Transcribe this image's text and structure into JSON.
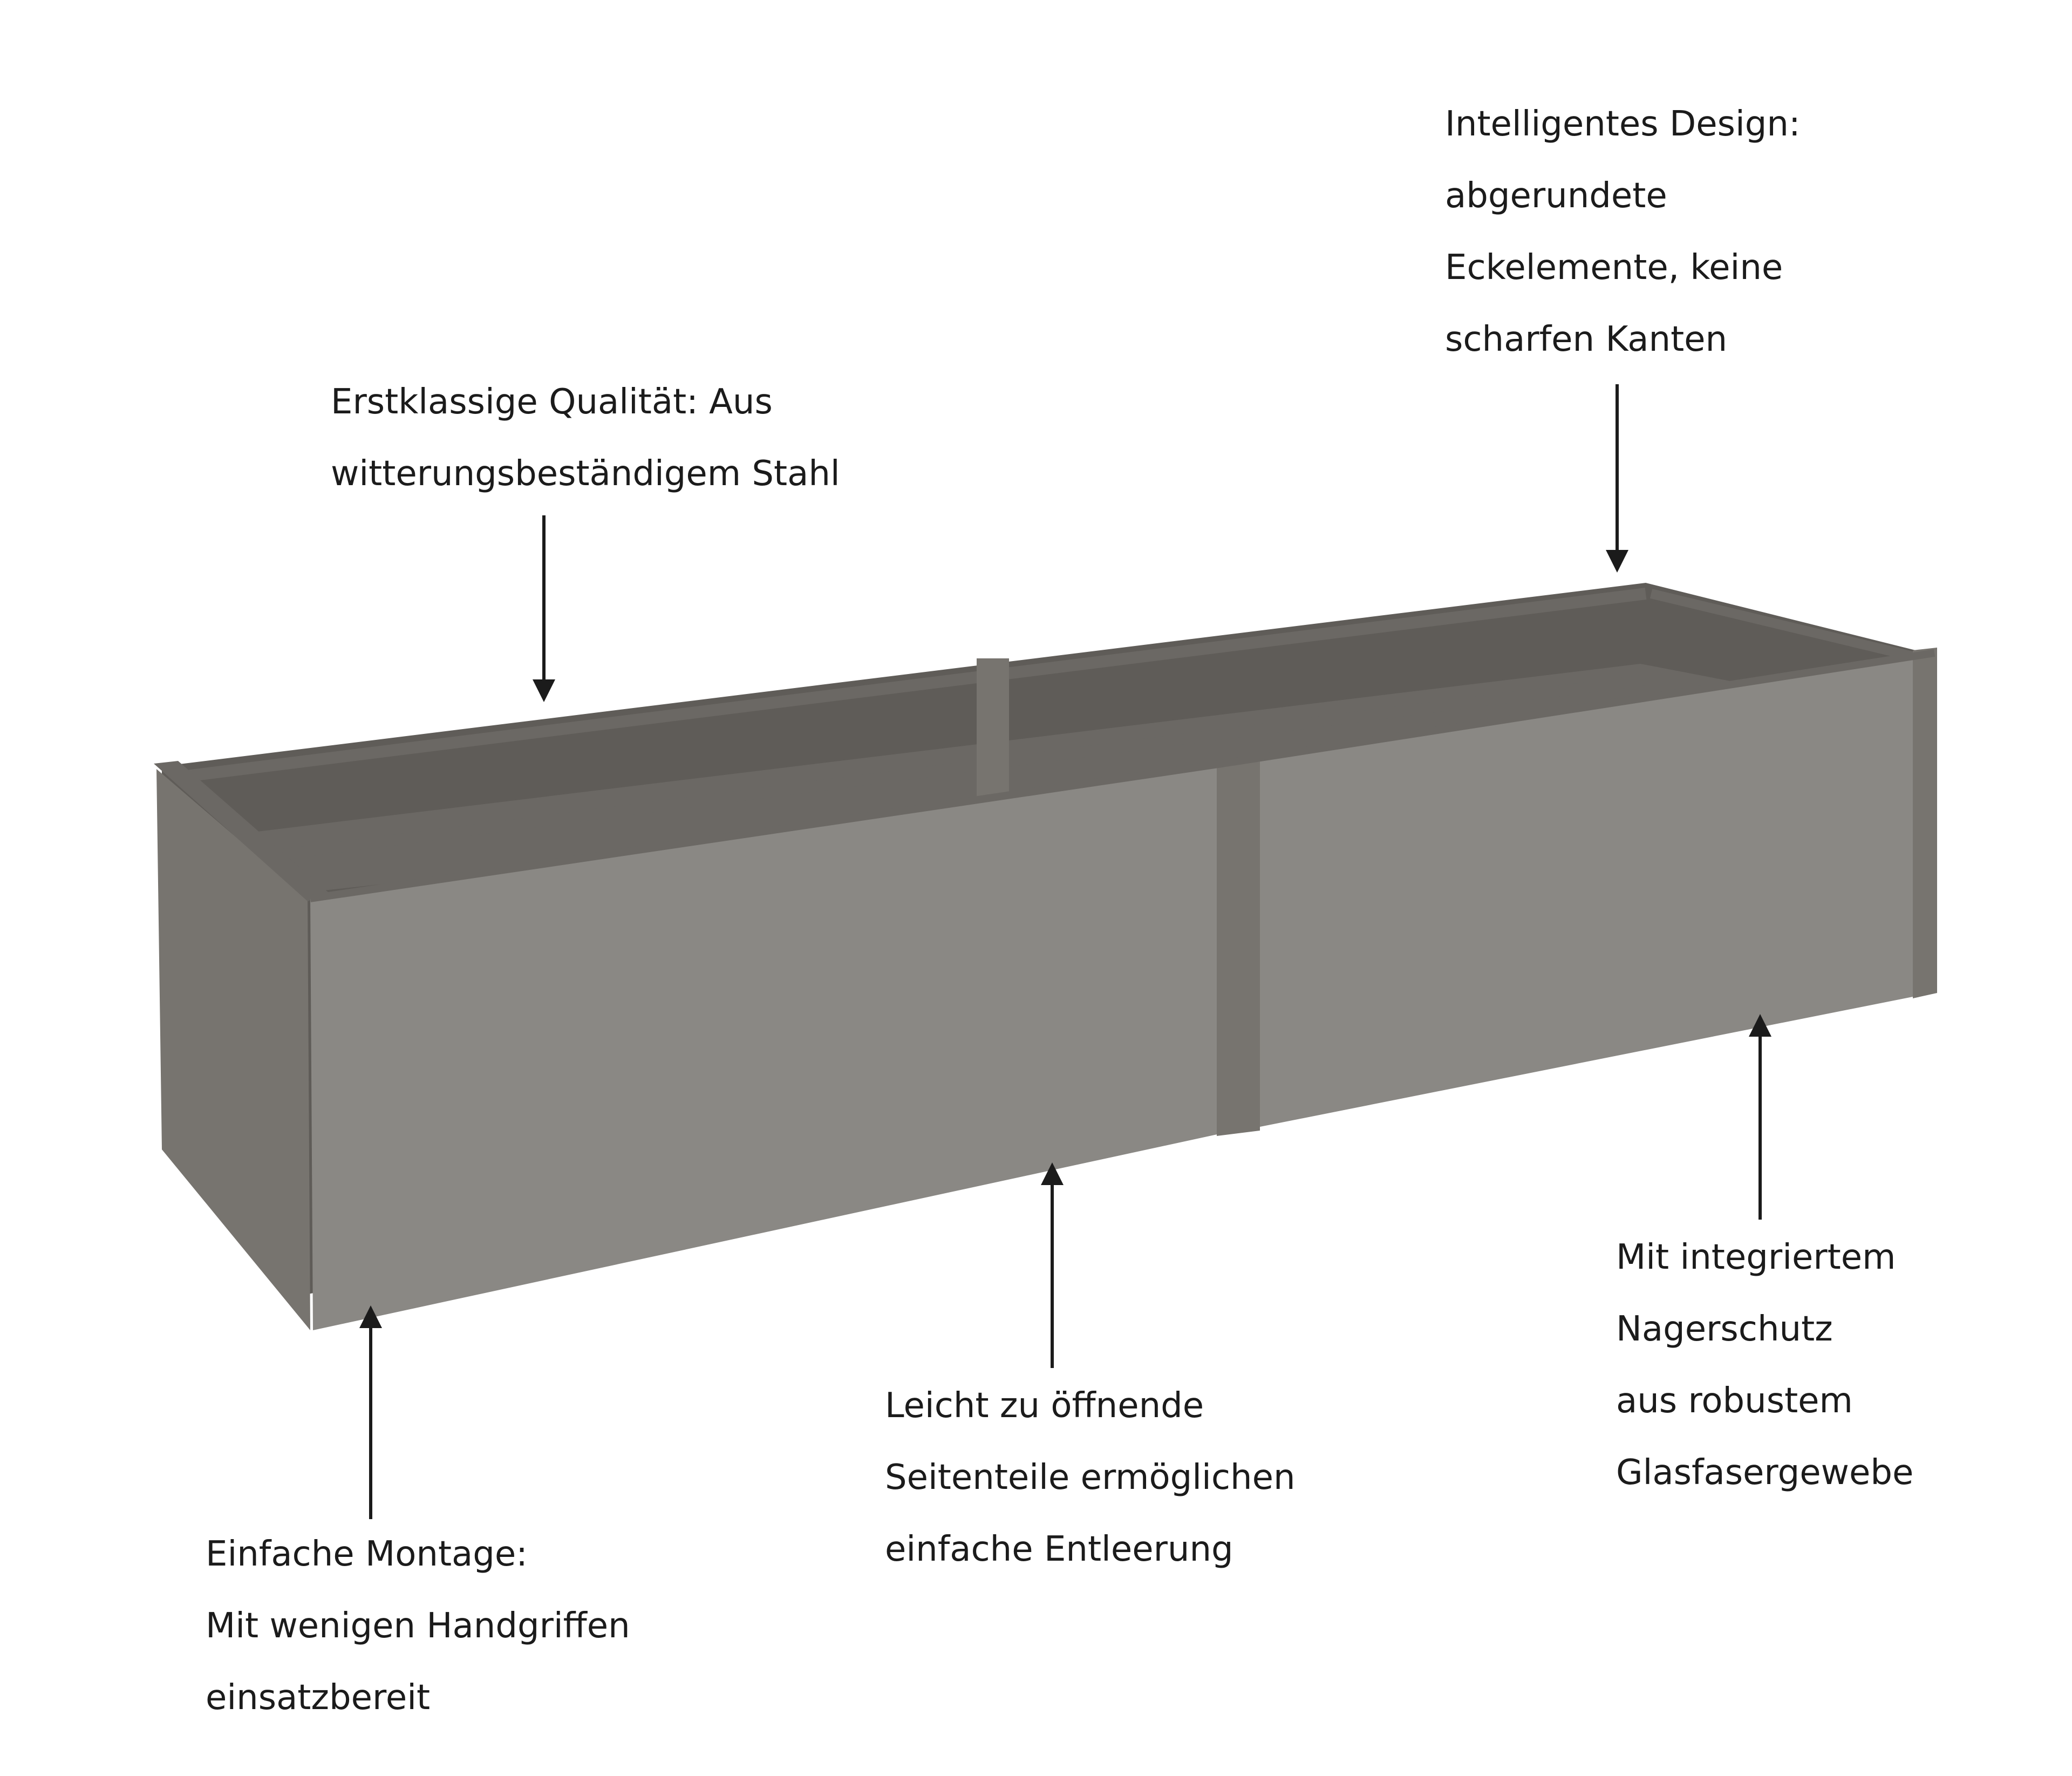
{
  "colors": {
    "steel_front": "#8a8884",
    "steel_side": "#77746f",
    "steel_inner": "#5f5c58",
    "steel_rail": "#6b6864",
    "text": "#1b1b1b",
    "arrow": "#1b1b1b",
    "background": "#ffffff"
  },
  "callouts": {
    "design": {
      "lines": [
        "Intelligentes Design:",
        "abgerundete",
        "Eckelemente, keine",
        "scharfen Kanten"
      ]
    },
    "quality": {
      "lines": [
        "Erstklassige Qualität: Aus",
        "witterungsbeständigem Stahl"
      ]
    },
    "rodent": {
      "lines": [
        "Mit integriertem",
        "Nagerschutz",
        "aus robustem",
        "Glasfasergewebe"
      ]
    },
    "emptying": {
      "lines": [
        "Leicht zu öffnende",
        "Seitenteile ermöglichen",
        "einfache Entleerung"
      ]
    },
    "assembly": {
      "lines": [
        "Einfache Montage:",
        "Mit wenigen Handgriffen",
        "einsatzbereit"
      ]
    }
  }
}
